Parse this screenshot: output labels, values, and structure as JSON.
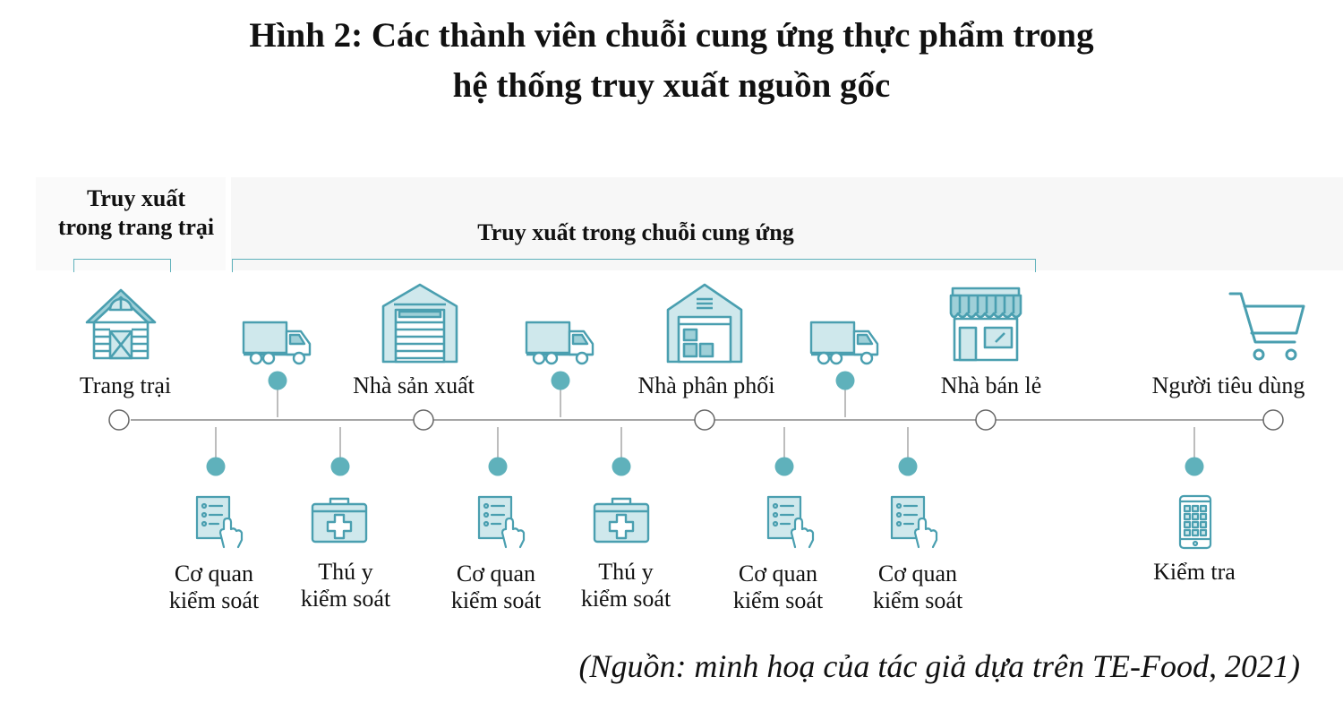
{
  "title": {
    "line1": "Hình 2: Các thành viên chuỗi cung ứng thực phẩm trong",
    "line2": "hệ thống truy xuất nguồn gốc"
  },
  "sections": {
    "farm": {
      "line1": "Truy xuất",
      "line2": "trong trang trại"
    },
    "chain": {
      "label": "Truy xuất trong chuỗi cung ứng"
    }
  },
  "stages": [
    {
      "label": "Trang trại",
      "icon": "barn-icon"
    },
    {
      "label": "Nhà sản xuất",
      "icon": "factory-icon"
    },
    {
      "label": "Nhà phân phối",
      "icon": "warehouse-icon"
    },
    {
      "label": "Nhà bán lẻ",
      "icon": "store-icon"
    },
    {
      "label": "Người tiêu dùng",
      "icon": "shopping-cart-icon"
    }
  ],
  "transports": [
    {
      "icon": "truck-icon"
    },
    {
      "icon": "truck-icon"
    },
    {
      "icon": "truck-icon"
    }
  ],
  "controls": [
    {
      "line1": "Cơ quan",
      "line2": "kiểm soát",
      "icon": "checklist-icon"
    },
    {
      "line1": "Thú y",
      "line2": "kiểm soát",
      "icon": "medical-kit-icon"
    },
    {
      "line1": "Cơ quan",
      "line2": "kiểm soát",
      "icon": "checklist-icon"
    },
    {
      "line1": "Thú y",
      "line2": "kiểm soát",
      "icon": "medical-kit-icon"
    },
    {
      "line1": "Cơ quan",
      "line2": "kiểm soát",
      "icon": "checklist-icon"
    },
    {
      "line1": "Cơ quan",
      "line2": "kiểm soát",
      "icon": "checklist-icon"
    },
    {
      "line1": "Kiểm tra",
      "line2": "",
      "icon": "smartphone-icon"
    }
  ],
  "source": "(Nguồn: minh hoạ của tác giả dựa trên TE-Food, 2021)",
  "colors": {
    "accent": "#5fb1bb",
    "icon": "#4a9fb0",
    "line": "#888888"
  }
}
